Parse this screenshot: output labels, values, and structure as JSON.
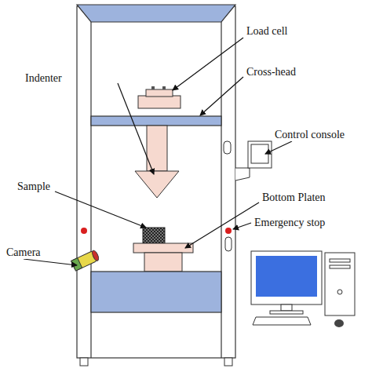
{
  "diagram": {
    "labels": [
      "Load cell",
      "Indenter",
      "Cross-head",
      "Control console",
      "Sample",
      "Bottom Platen",
      "Emergency stop",
      "Camera"
    ]
  }
}
